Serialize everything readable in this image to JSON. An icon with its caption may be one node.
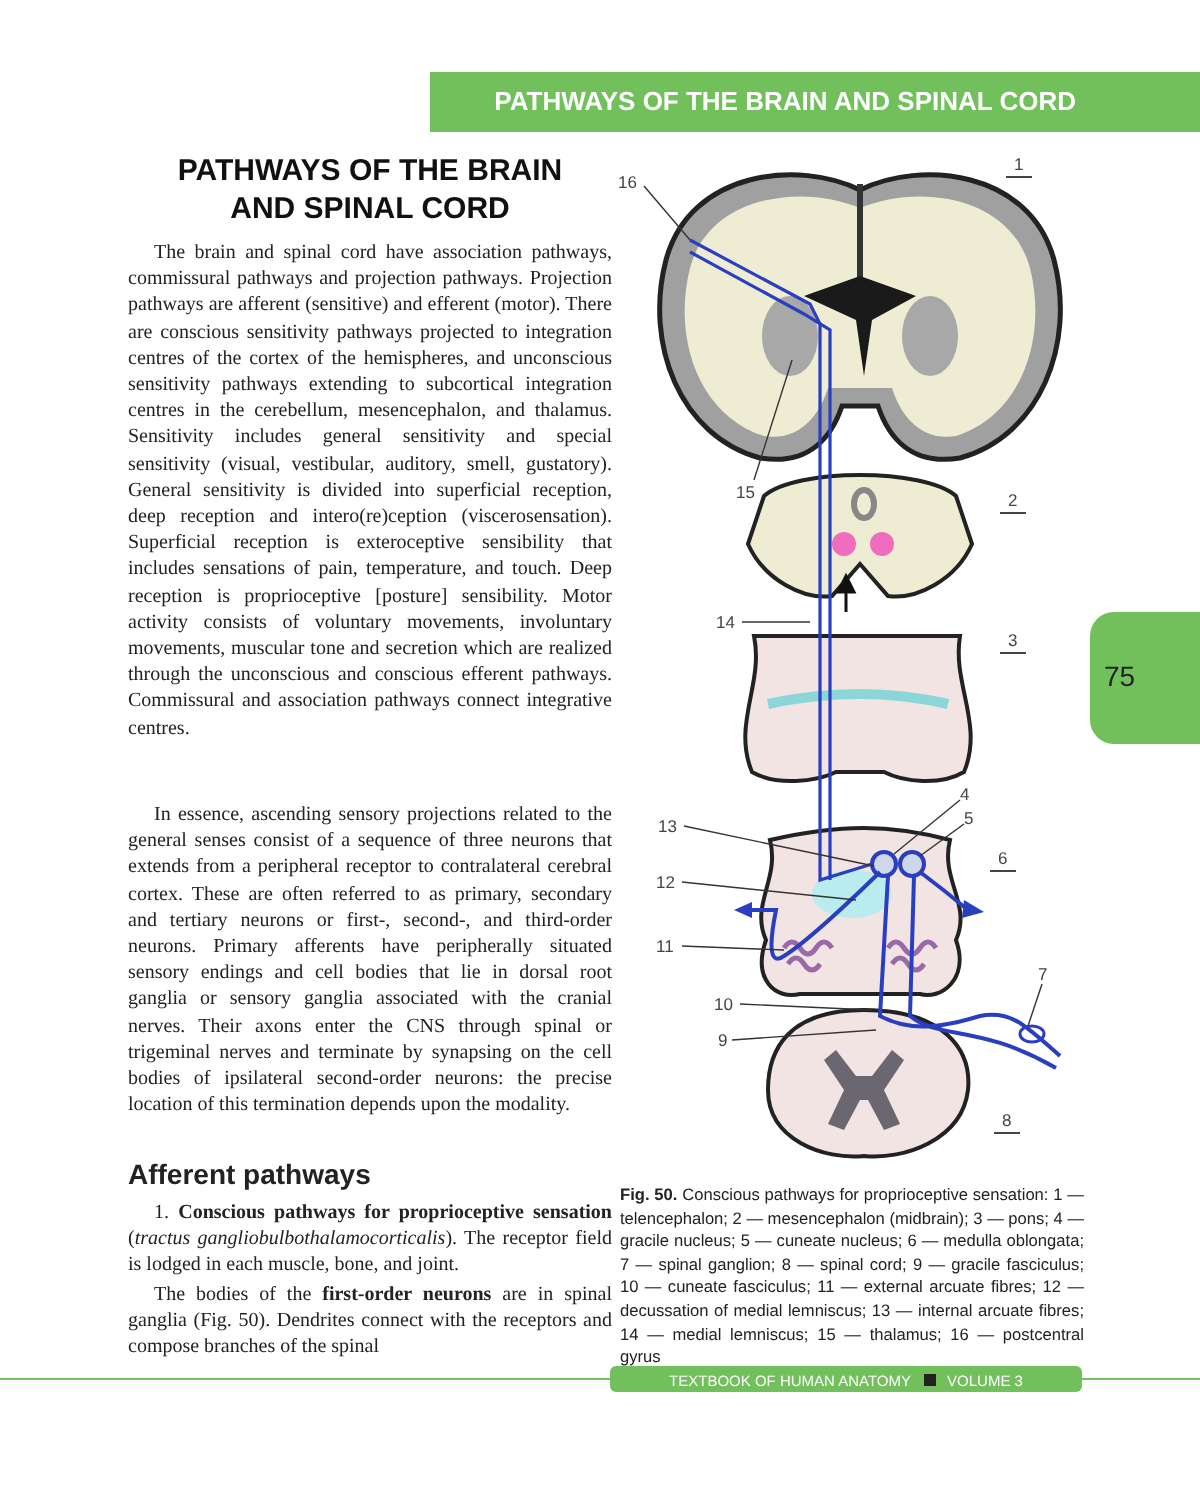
{
  "diagram": {
    "title": "PATHWAYS OF THE BRAIN AND SPINAL CORD",
    "caption": "**Fig. 50.** Conscious pathways for proprioceptive sensation: 1 — telencephalon; 2 — mesencephalon (midbrain); 3 — pons; 4 — gracile nucleus; 5 — cuneate nucleus; 6 — medulla oblongata; 7 — spinal ganglion; 8 — spinal cord; 9 — gracile fasciculus; 10 — cuneate fasciculus; 11 — external arcuate fibres; 12 — decussation of medial lemniscus; 13 — internal arcuate fibres; 14 — medial lemniscus; 15 — thalamus; 16 — postcentral gyrus",
    "nodes": [
      {
        "text": [
          "16"
        ]
      },
      {
        "text": [
          "15"
        ]
      },
      {
        "text": [
          "14"
        ]
      },
      {
        "text": [
          "4"
        ]
      },
      {
        "text": [
          "5"
        ]
      },
      {
        "text": [
          "13"
        ]
      },
      {
        "text": [
          "12"
        ]
      },
      {
        "text": [
          "11"
        ]
      },
      {
        "text": [
          "7"
        ]
      },
      {
        "text": [
          "10"
        ]
      },
      {
        "text": [
          "9"
        ]
      }
    ],
    "edges": [
      {
        "from": 0,
        "to": null,
        "arrow": "none"
      },
      {
        "from": 1,
        "to": null,
        "arrow": "none"
      },
      {
        "from": 2,
        "to": null,
        "arrow": "none"
      },
      {
        "from": 3,
        "to": null,
        "arrow": "none"
      },
      {
        "from": 4,
        "to": null,
        "arrow": "none"
      },
      {
        "from": 5,
        "to": null,
        "arrow": "none"
      },
      {
        "from": 6,
        "to": null,
        "arrow": "none"
      },
      {
        "from": 7,
        "to": null,
        "arrow": "none"
      },
      {
        "from": 8,
        "to": null,
        "arrow": "none"
      },
      {
        "from": 9,
        "to": null,
        "arrow": "none"
      },
      {
        "from": 10,
        "to": null,
        "arrow": "none"
      }
    ],
    "labels": [
      "PATHWAYS OF THE BRAIN AND SPINAL CORD",
      "1",
      "The brain and spinal cord have association pathways, commissural pathways and projection pathways. Projection pathways are afferent (sensitive) and efferent (motor). There are conscious sensitivity pathways projected to integration centres of the cortex of the hemispheres, and unconscious sensitivity pathways extending to subcortical integration centres in the cerebellum, mesencephalon, and thalamus. Sensitivity includes general sensitivity and special sensitivity (visual, vestibular, auditory, smell, gustatory). General sensitivity is divided into superficial reception, deep reception and intero(re)ception (viscerosensation). Superficial reception is exteroceptive sensibility that includes sensations of pain, temperature, and touch. Deep reception is proprioceptive [posture] sensibility. Motor activity consists of voluntary movements, involuntary movements, muscular tone and secretion which are realized through the unconscious and conscious efferent pathways. Commissural and association pathways connect integrative centres.",
      "2",
      "3",
      "75",
      "In essence, ascending sensory projections related to the general senses consist of a sequence of three neurons that extends from a peripheral receptor to contralateral cerebral cortex. These are often referred to as primary, secondary and tertiary neurons or first-, second-, and third-order neurons. Primary afferents have peripherally situated sensory endings and cell bodies that lie in dorsal root ganglia or sensory ganglia associated with the cranial nerves. Their axons enter the CNS through spinal or trigeminal nerves and terminate by synapsing on the cell bodies of ipsilateral second-order neurons: the precise location of this termination depends upon the modality.",
      "6",
      "8",
      "Afferent pathways",
      "1. **Conscious pathways for proprioceptive sensation** (*tractus gangliobulbothalamocorticalis*). The receptor field is lodged in each muscle, bone, and joint.",
      "The bodies of the **first-order neurons** are in spinal ganglia (Fig. 50). Dendrites connect with the receptors and compose branches of the spinal",
      "TEXTBOOK OF HUMAN ANATOMY",
      "VOLUME 3"
    ]
  }
}
